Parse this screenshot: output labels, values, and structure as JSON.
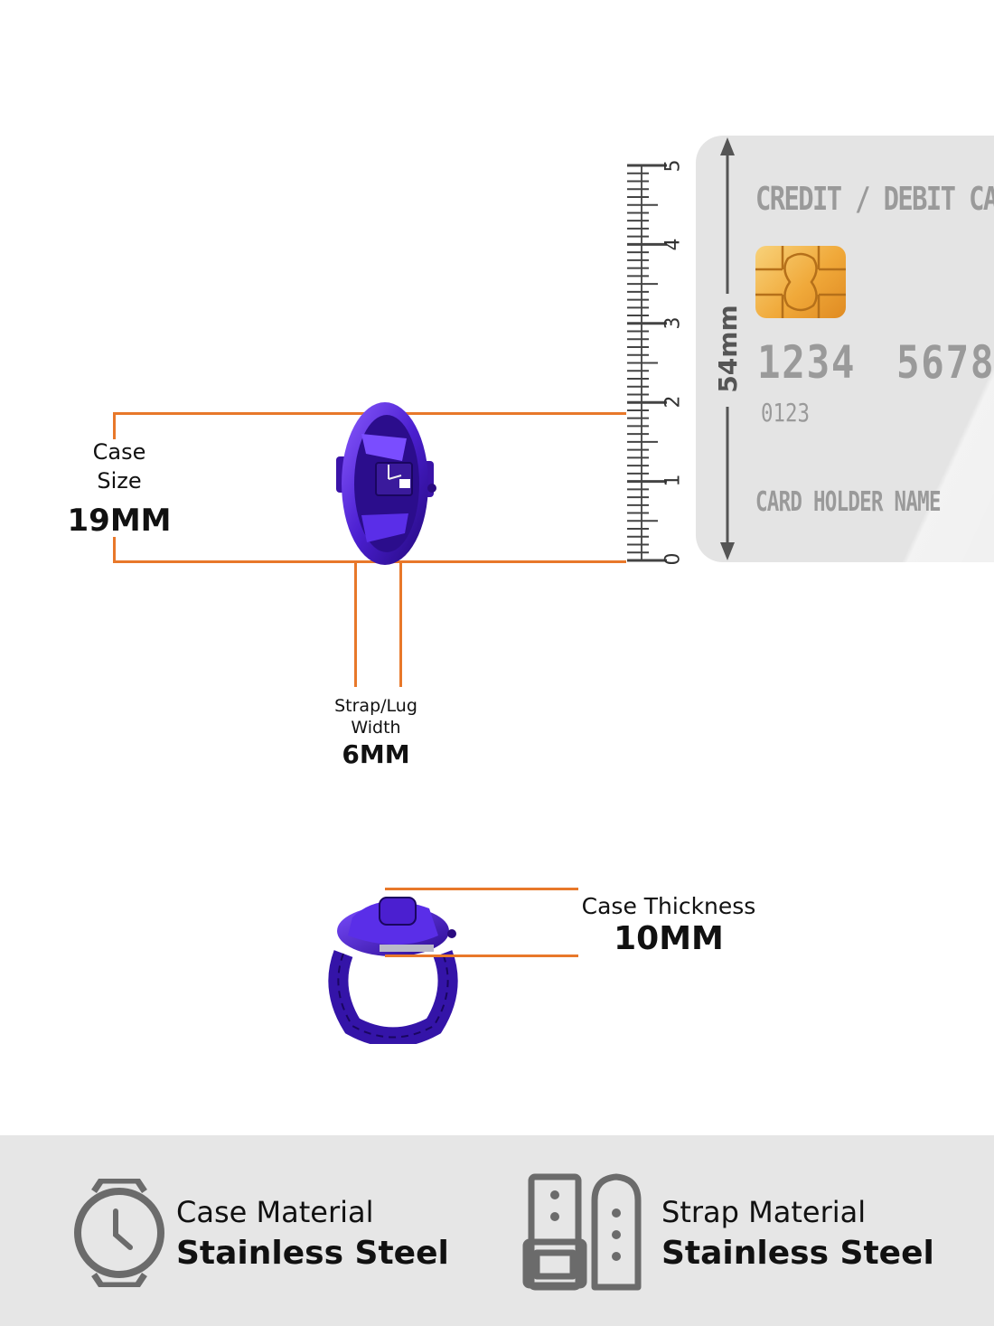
{
  "card": {
    "title": "CREDIT / DEBIT CARD",
    "number_part1": "1234",
    "number_part2": "5678",
    "small_number": "0123",
    "holder_name": "CARD HOLDER NAME",
    "height_label": "54mm"
  },
  "ruler": {
    "tick_labels": [
      "0",
      "1",
      "2",
      "3",
      "4",
      "5"
    ]
  },
  "case_size": {
    "label_line1": "Case",
    "label_line2": "Size",
    "value": "19MM"
  },
  "strap_width": {
    "label_line1": "Strap/Lug",
    "label_line2": "Width",
    "value": "6MM"
  },
  "case_thickness": {
    "label": "Case Thickness",
    "value": "10MM"
  },
  "features": [
    {
      "title": "Case Material",
      "value": "Stainless Steel",
      "icon": "watch-icon"
    },
    {
      "title": "Strap Material",
      "value": "Stainless Steel",
      "icon": "strap-icon"
    }
  ],
  "colors": {
    "accent": "#e8782a",
    "watch": "#4b1fd0",
    "card": "#e4e4e4",
    "strip": "#e6e6e6"
  }
}
